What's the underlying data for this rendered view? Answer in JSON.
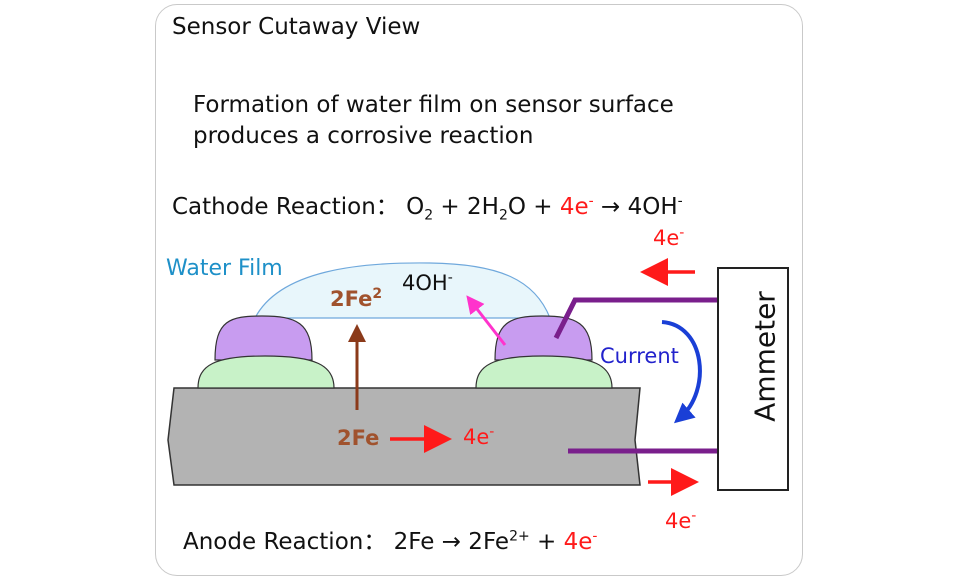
{
  "title": "Sensor Cutaway View",
  "description": {
    "line1": "Formation of water film on sensor surface",
    "line2": "produces a corrosive reaction"
  },
  "cathode": {
    "label": "Cathode Reaction：",
    "o": "O",
    "o_sub": "2",
    "plus1": " + 2H",
    "h_sub": "2",
    "o2": "O + ",
    "electrons": "4e",
    "electrons_sup": "-",
    "arrow": " → 4OH",
    "oh_sup": "-"
  },
  "anode": {
    "label": "Anode Reaction：",
    "lhs": "2Fe → 2Fe",
    "fe_sup": "2+",
    "plus": " + ",
    "electrons": "4e",
    "electrons_sup": "-"
  },
  "diagram": {
    "water_film_label": "Water Film",
    "ion_fe": "2Fe",
    "ion_fe_sup": "2",
    "ion_oh": "4OH",
    "ion_oh_sup": "-",
    "fe_source": "2Fe",
    "electron_metal": "4e",
    "electron_metal_sup": "-",
    "electron_top": "4e",
    "electron_top_sup": "-",
    "electron_bottom": "4e",
    "electron_bottom_sup": "-",
    "current_label": "Current",
    "ammeter_label": "Ammeter"
  },
  "colors": {
    "substrate": "#b3b3b3",
    "electrode_base": "#c8f2c8",
    "electrode_cap": "#c89cf0",
    "water_film": "#e8f6fb",
    "water_film_outline": "#6fa8dc",
    "wire": "#7a1f8c",
    "brown_arrow": "#8b3a1a",
    "magenta_arrow": "#ff33cc",
    "electron_arrow": "#ff1a1a",
    "current_arrow": "#1a3fd6",
    "label_blue": "#1e90c8"
  }
}
